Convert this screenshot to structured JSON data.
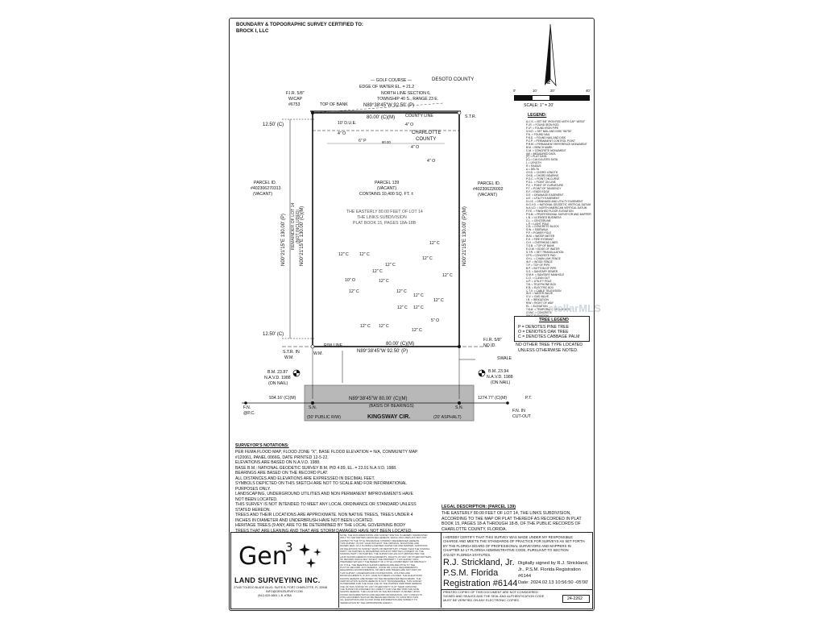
{
  "header": {
    "cert_title": "BOUNDARY & TOPOGRAPHIC SURVEY CERTIFIED TO:",
    "certified_to": "BROCK I, LLC"
  },
  "north_arrow": {
    "label": "NORTH"
  },
  "scale_bar": {
    "ticks": [
      "0'",
      "10'",
      "20'",
      "40'"
    ],
    "label": "SCALE: 1\" = 20'"
  },
  "legend": {
    "title": "LEGEND:",
    "items": [
      "A.C.S. = SET 5/8\" IRON ROD WITH CAP \"#8753\"",
      "F.I.R. = FOUND IRON ROD",
      "F.I.P. = FOUND IRON PIPE",
      "S.N.D. = SET NAIL AND DISK \"#8753\"",
      "F.N. = FOUND NAIL",
      "F.N.D. = FOUND NAIL AND DISK",
      "P.C.P. = PERMANENT CONTROL POINT",
      "P.R.M. = PERMANENT REFERENCE MONUMENT",
      "B.M. = BENCH MARK",
      "C.M. = CONCRETE MONUMENT",
      "(M) = MEASURED DATA",
      "(P) = PLAT DATA",
      "(C) = CALCULATED DATA",
      "L = LENGTH",
      "R = RADIUS",
      "Δ = DELTA",
      "CH.D. = CHORD LENGTH",
      "CH.B. = CHORD BEARING",
      "P.O.C. = POINT ON CURVE",
      "P.O.L. = POINT ON LINE",
      "P.C. = POINT OF CURVATURE",
      "P.T. = POINT OF TANGENCY",
      "E.F. = ENDS EDGE",
      "D.E. = DRAINAGE EASEMENT",
      "U.E. = UTILITY EASEMENT",
      "D.U.E. = DRAINAGE AND UTILITY EASEMENT",
      "N.G.V.D. = NATIONAL GEODETIC VERTICAL DATUM",
      "N.A.V.D. = NORTH AMERICAN VERTICAL DATUM",
      "F.F.E. = FINISHED FLOOR ELEVATION",
      "P.S.M. = PROFESSIONAL SURVEYOR AND MAPPER",
      "L.B. = LICENSED BUSINESS",
      "C.L. = CENTERLINE",
      "L.P. = LIGHT POLE",
      "C.B. = CONCRETE BLOCK",
      "S.W. = SIDEWALK",
      "P.P. = POWER POLE",
      "W.M. = WATER METER",
      "F.H. = FIRE HYDRANT",
      "O.H. = OVERHEAD LINES",
      "T.O.B. = TOP OF BANK",
      "E.O.W. = EDGE OF WATER",
      "S.T.R. = SET TRIANGULATION",
      "CPS = CONCRETE PAD",
      "CH.L. = CHAIN LINK FENCE",
      "W.F. = WOOD FENCE",
      "T.P. = TOP OF PIPE",
      "B.P. = BOTTOM OF PIPE",
      "S.S. = SANITARY SEWER",
      "S.M.H. = SANITARY MANHOLE",
      "C.O. = CLEAN OUT",
      "U.P. = UTILITY POLE",
      "T.B. = TELEPHONE BOX",
      "E.B. = ELECTRIC BOX",
      "C.T.V. = CABLE TELEVISION",
      "W.V. = WATER VALVE",
      "G.V. = GAS VALVE",
      "I.R. = IRRIGATION",
      "R/W = RIGHT OF WAY",
      "EL. = ELEVATION",
      "T.B.M. = TEMPORARY BENCHMARK",
      "CONC = CONCRETE",
      "SPOT ELEVATION"
    ]
  },
  "tree_legend": {
    "title": "TREE LEGEND",
    "lines": [
      "P = DENOTES PINE TREE",
      "O = DENOTES OAK TREE",
      "C = DENOTES CABBAGE PALM"
    ],
    "note_lines": [
      "NO OTHER TREE TYPE LOCATED",
      "UNLESS OTHERWISE NOTED."
    ]
  },
  "plan": {
    "golf_course": "— GOLF COURSE —",
    "desoto_county": "DESOTO COUNTY",
    "edge_of_water": "EDGE OF WATER EL. = 21.2",
    "north_line": "NORTH LINE SECTION 6,",
    "township": "TOWNSHIP 40 S., RANGE 23 E.",
    "fir_cap": [
      "F.I.R. 5/8\"",
      "W/CAP",
      "#6753"
    ],
    "top_of_bank": "TOP OF BANK",
    "north_bearing": "N89°38'45\"W  92.50' (P)",
    "north_dim": "80.00' (C)(M)",
    "county_line": "COUNTY LINE",
    "str_ne": "S.T.R.",
    "setback_top": "12.50' (C)",
    "setback_bottom": "12.50' (C)",
    "due": "10' D.U.E.",
    "charlotte": "CHARLOTTE",
    "county": "COUNTY",
    "inner_dim": "80.00",
    "parcel_left": [
      "PARCEL ID.",
      "#402306270313",
      "(VACANT)"
    ],
    "parcel_right": [
      "PARCEL ID.",
      "#402306226002",
      "(VACANT)"
    ],
    "parcel_center": [
      "PARCEL 139",
      "(VACANT)",
      "CONTAINS 10,400 SQ. FT. ±"
    ],
    "easterly": [
      "THE EASTERLY 80.00 FEET OF LOT 14",
      "THE LINKS SUBDIVISION",
      "PLAT BOOK 15, PAGES 18A-18B"
    ],
    "west_bearing_p": "N00°21'15\"E  130.00' (P)",
    "west_bearing_cm": "N00°21'15\"E  130.00' (C)(M)",
    "west_remainder": [
      "REMAINDER OF LOT 14",
      "(NOT INCLUDED)"
    ],
    "east_bearing": "N00°21'15\"E  130.00' (P)(M)",
    "south_dim": "80.00' (C)(M)",
    "south_bearing": "N89°38'45\"W  92.50' (P)",
    "rw_line": "R/W LINE",
    "fir_se": [
      "F.I.R. 5/8\"",
      "NO ID."
    ],
    "swale": "SWALE",
    "str_sw": [
      "S.T.R. IN",
      "W.M."
    ],
    "wm": "W.M.",
    "bm_left": [
      "B.M. 23.87",
      "N.A.V.D. 1988",
      "(ON NAIL)"
    ],
    "bm_right": [
      "B.M. 23.94",
      "N.A.V.D. 1988",
      "(ON NAIL)"
    ],
    "road_bearing": "N89°38'45\"W    80.00' (C)(M)",
    "basis": "(BASIS OF BEARINGS)",
    "road_name": "KINGSWAY CIR.",
    "road_rw": "(50' PUBLIC R/W)",
    "road_asphalt": "(20' ASPHALT)",
    "left_dist": "934.16' (C)(M)",
    "right_dist": "1274.77' (C)(M)",
    "fn_left": [
      "F.N.",
      "@P.C."
    ],
    "fn_right": [
      "F.N. IN",
      "CUT-OUT"
    ],
    "pt": "P.T.",
    "sn": "S.N.",
    "trees": [
      "12\" C",
      "12\" C",
      "12\" C",
      "12\" C",
      "10\" O",
      "12\" C",
      "12\" C",
      "12\" C",
      "12\" C",
      "12\" C",
      "12\" C",
      "12\" C",
      "12\" C",
      "12\" C",
      "12\" C",
      "5\" O",
      "12\" C",
      "12\" C",
      "12\" C"
    ],
    "small_trees": [
      "4\" O",
      "4\" O",
      "6\" P",
      "4\" O",
      "4\" O"
    ]
  },
  "notes": {
    "title": "SURVEYOR'S NOTATIONS:",
    "lines": [
      "PER FEMA FLOOD MAP, FLOOD ZONE \"X\", BASE FLOOD ELEVATION = N/A, COMMUNITY MAP",
      "#120061, PANEL 0066G, DATE PRINTED 12-5-22.",
      "ELEVATIONS ARE BASED ON N.A.V.D. 1988.",
      "BASE B.M.: NATIONAL GEODETIC SURVEY B.M. PID 4.89, EL. = 23.91 N.A.V.D. 1988.",
      "BEARINGS ARE BASED ON THE RECORD PLAT.",
      "ALL DISTANCES AND ELEVATIONS ARE EXPRESSED IN DECIMAL FEET.",
      "SYMBOLS DEPICTED ON THIS SKETCH ARE NOT TO SCALE AND FOR INFORMATIONAL",
      "PURPOSES ONLY.",
      "LANDSCAPING, UNDERGROUND UTILITIES AND NON PERMANENT IMPROVEMENTS HAVE",
      "NOT BEEN LOCATED.",
      "THIS SURVEY IS NOT INTENDED TO MEET ANY LOCAL ORDINANCE OR STANDARD UNLESS",
      "STATED HEREON.",
      "TREES AND THEIR LOCATIONS ARE APPROXIMATE. NON NATIVE TREES, TREES UNDER 4",
      "INCHES IN DIAMETER AND UNDERBRUSH HAVE NOT BEEN LOCATED.",
      "HERITAGE TREES (9 ANY, ARE TO BE DETERMINED BY THE LOCAL GOVERNING BODY",
      "TREES THAT ARE LEANING AND THAT ARE STORM DAMAGED HAVE NOT BEEN LOCATED."
    ]
  },
  "legal": {
    "title": "LEGAL DESCRIPTION: (PARCEL 139)",
    "lines": [
      "THE EASTERLY 80.00 FEET OF LOT 14, THE LINKS SUBDIVISION,",
      "ACCORDING TO THE MAP OR PLAT THEREOF AS RECORDED IN PLAT",
      "BOOK 15, PAGES 18-A THROUGH 18-B, OF THE PUBLIC RECORDS OF",
      "CHARLOTTE COUNTY, FLORIDA."
    ]
  },
  "title_block": {
    "logo_main": "Gen",
    "logo_sup": "3",
    "company": "LAND SURVEYING INC.",
    "address": "27440 TOLEDO BLADE BLVD. SUITE B, PORT CHARLOTTE, FL 33948",
    "email": "INFO@GEN3SURVEY.COM",
    "phone": "(941) 629-6801      L.B. #TBA",
    "cert_text": [
      "I HEREBY CERTIFY THAT THIS SURVEY WAS MADE UNDER MY RESPONSIBLE",
      "CHARGE AND MEETS THE STANDARDS OF PRACTICE FOR SURVEYS AS SET FORTH",
      "BY THE FLORIDA BOARD OF PROFESSIONAL SURVEYORS AND MAPPERS IN",
      "CHAPTER 5J-17 FLORIDA ADMINISTRATIVE CODE, PURSUANT TO SECTION",
      "472.027 FLORIDA STATUTES."
    ],
    "sig_name": "R.J. Strickland, Jr.",
    "sig_title": "P.S.M. Florida",
    "sig_reg": "Registration #6144",
    "digital": [
      "Digitally signed by R.J. Strickland,",
      "Jr., P.S.M. Florida Registration",
      "#6144",
      "Date: 2024.02.13 10:56:50 -05'00'"
    ],
    "job_no": "24-2262",
    "disclaimer_bottom": [
      "PRINTED COPIES OF THIS DOCUMENT ARE NOT CONSIDERED",
      "SIGNED AND SEALED AND THE SEAL AND AUTHENTICATION CODE",
      "MUST BE VERIFIED ON ANY ELECTRONIC COPIES."
    ],
    "disclaimer": [
      "NOTE: THE DOCUMENTATION AND SURVEY SKETCH IS HEREBY WARRANTED",
      "ONLY TO THE PARTIES CERTIFIED HEREON, WHICH INCLUDES ANY BUT NOT",
      "LIMITED TO THE TITLE INSURANCE COMPANY REFERENCED HEREON.",
      "THIS SURVEY IS NOT VALID WITHOUT THE ORIGINAL SIGNATURE AND",
      "RAISED SEAL OF A FLORIDA LICENSED SURVEYOR AND MAPPER. ADDITIONS",
      "OR DELETIONS TO SURVEY MAPS OR REPORTS BY OTHER THAN THE SIGNING",
      "PARTY OR PARTIES IS PROHIBITED WITHOUT WRITTEN CONSENT OF THE",
      "SIGNING PARTY OR PARTIES. THE SURVEYOR HAS NOT ABSTRACTED THE",
      "LAND SHOWN HEREON FOR EASEMENTS, RIGHTS OF WAY OR OTHER MATTERS",
      "OF RECORD WHICH MAY AFFECT THE PROPERTY. THIS SURVEY WAS",
      "PREPARED WITHOUT THE BENEFIT OF A TITLE COMMITMENT OR ABSTRACT",
      "OF TITLE. THE BEARINGS SHOWN HEREON ARE RELATIVE TO THE",
      "PLAT OF RECORD. ANY FEDERAL, STATE OR LOCAL REQUIREMENTS",
      "REGARDING ENVIRONMENTAL OR WETLAND ISSUES ARE NOT PART OF",
      "THIS SURVEY. UNDERGROUND FOUNDATIONS, UTILITIES AND",
      "ENCROACHMENTS, IF ANY, HAVE NOT BEEN LOCATED. THE ELEVATIONS",
      "SHOWN HEREON ARE BASED ON THE REFERENCED BENCHMARK. THE",
      "CERTIFICATION SHOWN HEREON IS NOT TRANSFERABLE. THIS SURVEY",
      "IS PREPARED FOR THE SOLE USE OF THE PARTIES CERTIFIED HEREON.",
      "USE OF THIS SURVEY BY ANY OTHER PARTY IS AT THEIR OWN RISK.",
      "THE SURVEYOR ASSUMES NO LIABILITY FOR USE BEYOND THE DATE",
      "SHOWN HEREON. THE LOCATION OF THE BOUNDARY IS BASED UPON",
      "FOUND MONUMENTATION AND RECORD INFORMATION. ANY CONFLICTS",
      "WITH ADJOINERS SHOULD BE RESOLVED PRIOR TO CONSTRUCTION.",
      "ALL ELEVATIONS AND FLOOD ZONE INFORMATION ARE SUBJECT TO",
      "VERIFICATION BY THE APPROPRIATE AGENCY."
    ]
  },
  "watermark": "stellarMLS"
}
